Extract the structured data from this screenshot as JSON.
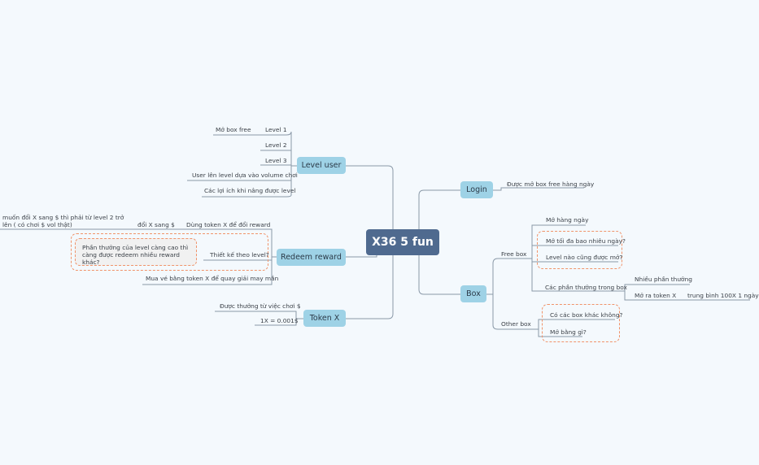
{
  "map": {
    "central": "X36 5 fun",
    "level_user": {
      "title": "Level user",
      "level1": "Level 1",
      "level1_child": "Mở box free",
      "level2": "Level 2",
      "level3": "Level 3",
      "volume": "User lên level dựa vào volume chơi",
      "benefits": "Các lợi ích khi nâng được level"
    },
    "redeem": {
      "title": "Redeem reward",
      "use_token": "Dùng token X để đổi reward",
      "swap": "đổi X sang $",
      "swap_note": "muốn đổi X sang $ thì phải từ level 2 trở lên ( có chơi $ vol thật)",
      "by_level": "Thiết kế theo level?",
      "by_level_note": "Phần thưởng của level càng cao thì càng được redeem nhiều reward khác?",
      "lucky": "Mua vé bằng token X để quay giải may mắn"
    },
    "token": {
      "title": "Token X",
      "reward": "Được thưởng từ việc chơi $",
      "rate": "1X = 0.001$"
    },
    "login": {
      "title": "Login",
      "daily": "Được mở box free hàng ngày"
    },
    "box": {
      "title": "Box",
      "free_box": "Free box",
      "daily": "Mở hàng ngày",
      "max_per_day": "Mở tối đa bao nhiêu ngày?",
      "any_level": "Level nào cũng được mở?",
      "rewards_in_box": "Các phần thưởng trong box",
      "many_rewards": "Nhiều phần thưởng",
      "token_x": "Mở ra token X",
      "avg": "trung bình 100X 1 ngày",
      "other_box": "Other box",
      "other_any": "Có các box khác không?",
      "open_with": "Mở bằng gì?"
    }
  },
  "colors": {
    "background": "#f4f9fd",
    "central": "#4f6a8f",
    "topic": "#9ed2e6",
    "line": "#8a99a8",
    "dashed_box": "#f0936a"
  }
}
